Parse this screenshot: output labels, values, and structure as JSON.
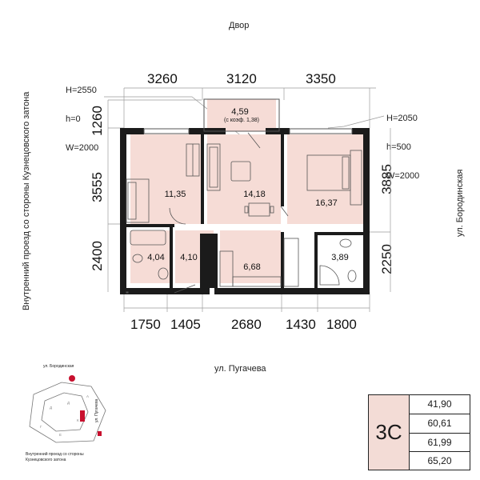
{
  "streets": {
    "top": "Двор",
    "bottom": "ул. Пугачева",
    "right": "ул. Бородинская",
    "left": "Внутренний проезд со стороны Кузнецовского затона"
  },
  "dimensions": {
    "top": [
      "3260",
      "3120",
      "3350"
    ],
    "bottom": [
      "1750",
      "1405",
      "2680",
      "1430",
      "1800"
    ],
    "left": [
      "1260",
      "3555",
      "2400"
    ],
    "right": [
      "3885",
      "2250"
    ]
  },
  "window_notes": {
    "left": [
      "H=2550",
      "h=0",
      "W=2000"
    ],
    "right": [
      "H=2050",
      "h=500",
      "W=2000"
    ]
  },
  "rooms": {
    "balcony_area": "4,59",
    "balcony_coef": "(с коэф. 1,38)",
    "bedroom_left": "11,35",
    "living": "14,18",
    "bedroom_right": "16,37",
    "bathroom": "4,04",
    "hall": "4,10",
    "kitchen": "6,68",
    "wc": "3,89"
  },
  "apartment": {
    "code": "3С",
    "areas": [
      "41,90",
      "60,61",
      "61,99",
      "65,20"
    ]
  },
  "site_plan": {
    "street_top": "ул. Бородинская",
    "street_right": "ул. Пугачева",
    "caption": "Внутренний проезд со стороны Кузнецовского затона"
  },
  "colors": {
    "room_fill": "#f6dcd6",
    "wall": "#1b1b1b",
    "accent": "#c8102e"
  }
}
